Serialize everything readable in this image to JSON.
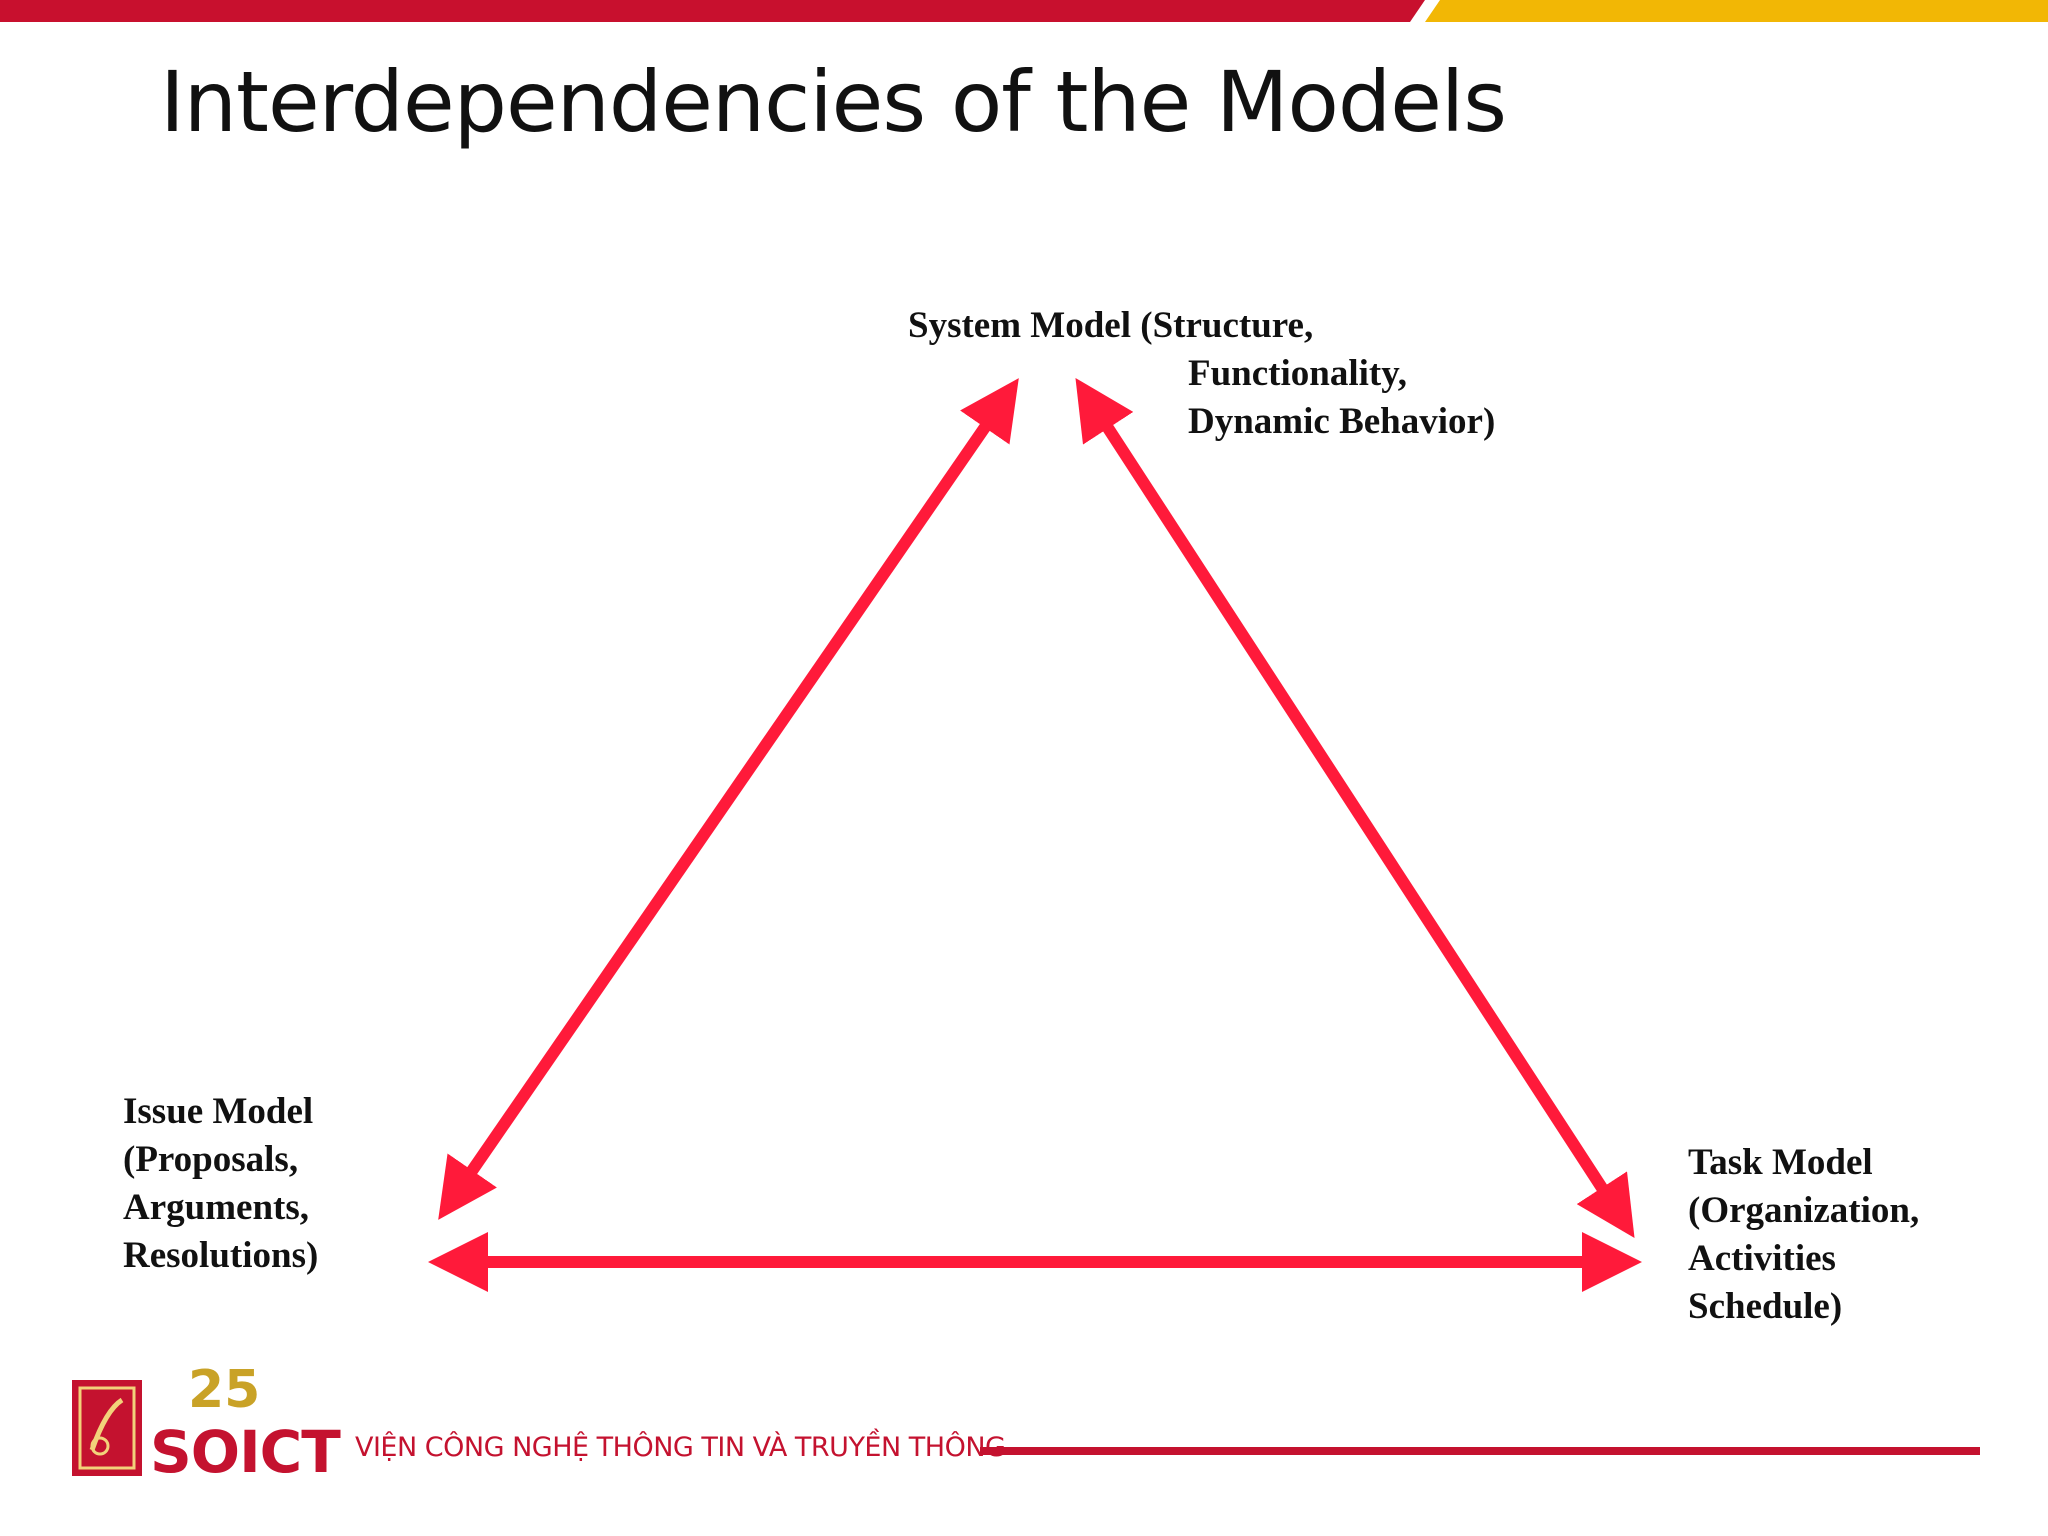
{
  "header": {
    "title": "Interdependencies of the Models",
    "bar_colors": {
      "red": "#c8102e",
      "yellow": "#f2b705"
    }
  },
  "diagram": {
    "arrow_color": "#ff1a3a",
    "nodes": {
      "system": {
        "lines": [
          "System Model (Structure,",
          "Functionality,",
          "Dynamic Behavior)"
        ]
      },
      "issue": {
        "lines": [
          "Issue Model",
          "(Proposals,",
          "Arguments,",
          "Resolutions)"
        ]
      },
      "task": {
        "lines": [
          "Task Model",
          "(Organization,",
          "Activities",
          "Schedule)"
        ]
      }
    },
    "edges": [
      {
        "from": "system",
        "to": "issue",
        "bidirectional": true
      },
      {
        "from": "system",
        "to": "task",
        "bidirectional": true
      },
      {
        "from": "issue",
        "to": "task",
        "bidirectional": true
      }
    ]
  },
  "footer": {
    "logo_wordmark": "SOICT",
    "logo_anniversary": "25",
    "institute_name": "VIỆN CÔNG NGHỆ THÔNG TIN VÀ TRUYỀN THÔNG",
    "brand_color": "#c4122f"
  }
}
